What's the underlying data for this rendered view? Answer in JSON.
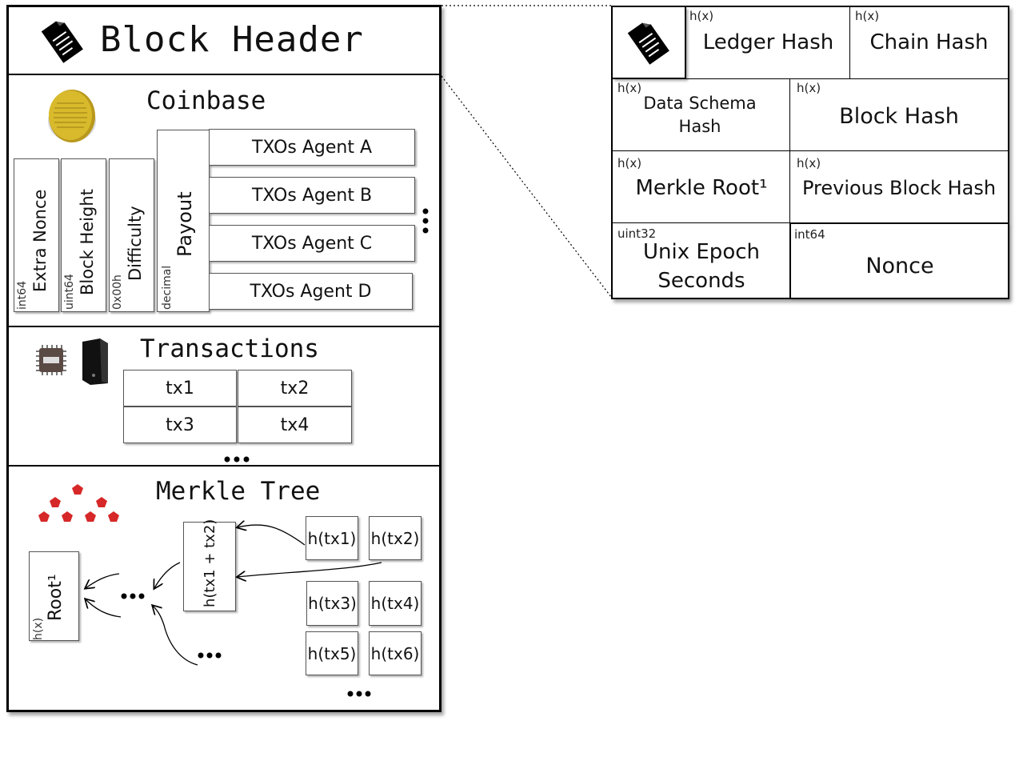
{
  "block": {
    "header_title": "Block Header",
    "coinbase": {
      "title": "Coinbase",
      "columns": [
        {
          "type": "int64",
          "label": "Extra Nonce"
        },
        {
          "type": "uint64",
          "label": "Block Height"
        },
        {
          "type": "0x00h",
          "label": "Difficulty"
        },
        {
          "type": "decimal",
          "label": "Payout"
        }
      ],
      "txos": [
        "TXOs Agent A",
        "TXOs Agent B",
        "TXOs Agent C",
        "TXOs Agent D"
      ]
    },
    "transactions": {
      "title": "Transactions",
      "cells": [
        "tx1",
        "tx2",
        "tx3",
        "tx4"
      ]
    },
    "merkle": {
      "title": "Merkle Tree",
      "root_type": "h(x)",
      "root_label": "Root¹",
      "pair_label": "h(tx1 + tx2)",
      "leaves": [
        "h(tx1)",
        "h(tx2)",
        "h(tx3)",
        "h(tx4)",
        "h(tx5)",
        "h(tx6)"
      ]
    }
  },
  "header_detail": {
    "row1": [
      {
        "type": "h(x)",
        "label": "Ledger Hash"
      },
      {
        "type": "h(x)",
        "label": "Chain Hash"
      }
    ],
    "row2": [
      {
        "type": "h(x)",
        "label": "Data Schema Hash"
      },
      {
        "type": "h(x)",
        "label": "Block Hash"
      }
    ],
    "row3": [
      {
        "type": "h(x)",
        "label": "Merkle Root¹"
      },
      {
        "type": "h(x)",
        "label": "Previous Block Hash"
      }
    ],
    "row4": [
      {
        "type": "uint32",
        "label_line1": "Unix Epoch",
        "label_line2": "Seconds"
      },
      {
        "type": "int64",
        "label": "Nonce"
      }
    ]
  },
  "icons": [
    "document-icon",
    "coin-icon",
    "cpu-chip-icon",
    "hard-drive-icon",
    "merkle-tree-icon",
    "ellipsis-icon"
  ],
  "colors": {
    "coin": "#d4b52a",
    "tree_nodes": "#d62828",
    "border": "#000000"
  }
}
